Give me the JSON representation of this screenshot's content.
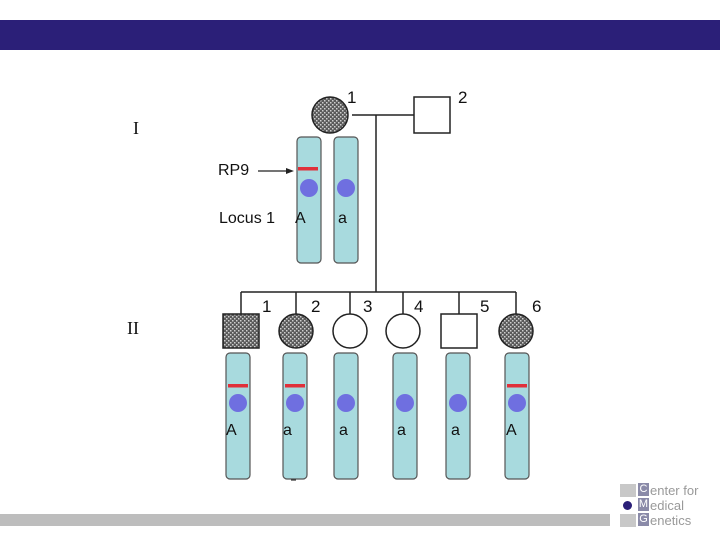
{
  "generations": {
    "gen1": "I",
    "gen2": "II"
  },
  "gen1_numbers": [
    "1",
    "2"
  ],
  "gen2_numbers": [
    "1",
    "2",
    "3",
    "4",
    "5",
    "6"
  ],
  "gene": {
    "label": "RP9"
  },
  "locus": {
    "label": "Locus 1"
  },
  "gen1_alleles": [
    "A",
    "a"
  ],
  "gen2_alleles": [
    "A",
    "a",
    "a",
    "a",
    "a",
    "A"
  ],
  "colors": {
    "header_bar": "#2b1f78",
    "chromosome_fill": "#a8dade",
    "centromere": "#6f6fe0",
    "mutation_mark": "#e0303a"
  },
  "logo": {
    "line1_initial": "C",
    "line1_rest": "enter for",
    "line2_initial": "M",
    "line2_rest": "edical",
    "line3_initial": "G",
    "line3_rest": "enetics"
  }
}
